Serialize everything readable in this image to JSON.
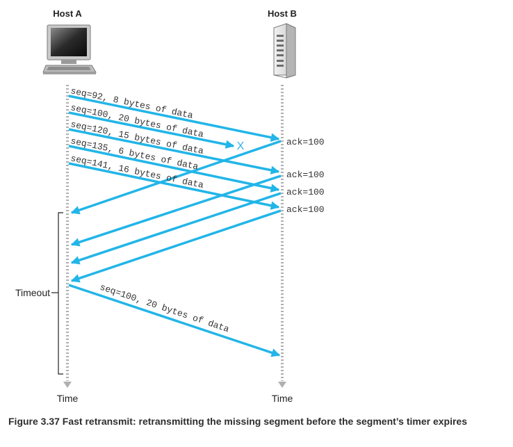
{
  "host_a": {
    "label": "Host A"
  },
  "host_b": {
    "label": "Host B"
  },
  "time_label_a": "Time",
  "time_label_b": "Time",
  "timeout_label": "Timeout",
  "lost_marker": "X",
  "colors": {
    "arrow": "#22b5e8",
    "timeline": "#b0b0b0",
    "lost_marker": "#2fb3e6"
  },
  "segments": [
    {
      "label": "seq=92, 8 bytes of data",
      "lost": false
    },
    {
      "label": "seq=100, 20 bytes of data",
      "lost": true
    },
    {
      "label": "seq=120, 15 bytes of data",
      "lost": false
    },
    {
      "label": "seq=135, 6 bytes of data",
      "lost": false
    },
    {
      "label": "seq=141, 16 bytes of data",
      "lost": false
    }
  ],
  "acks": [
    {
      "label": "ack=100"
    },
    {
      "label": "ack=100"
    },
    {
      "label": "ack=100"
    },
    {
      "label": "ack=100"
    }
  ],
  "retransmission": {
    "label": "seq=100, 20 bytes of data"
  },
  "caption": "Figure 3.37 Fast retransmit: retransmitting the missing segment before the segment’s timer expires"
}
